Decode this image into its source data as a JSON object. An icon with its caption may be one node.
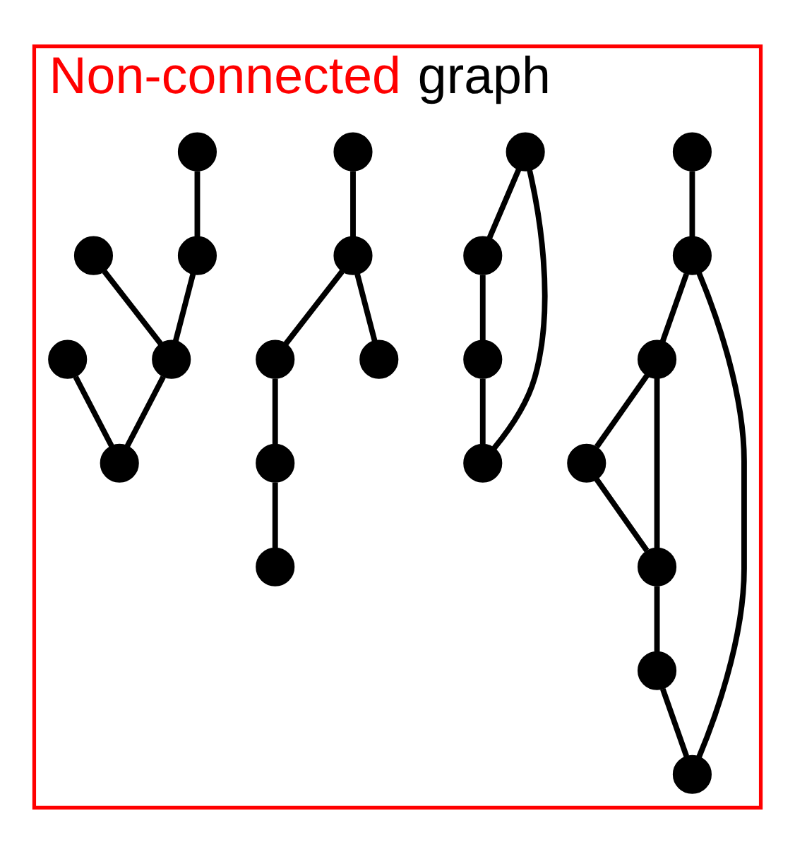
{
  "diagram": {
    "nodes": [
      {
        "text": [
          "Non-connected graph"
        ]
      },
      {
        "text": [],
        "shape": "circle",
        "in": 0
      },
      {
        "text": [],
        "shape": "circle",
        "in": 0
      },
      {
        "text": [],
        "shape": "circle",
        "in": 0
      },
      {
        "text": [],
        "shape": "circle",
        "in": 0
      },
      {
        "text": [],
        "shape": "circle",
        "in": 0
      },
      {
        "text": [],
        "shape": "circle",
        "in": 0
      },
      {
        "text": [],
        "shape": "circle",
        "in": 0
      },
      {
        "text": [],
        "shape": "circle",
        "in": 0
      },
      {
        "text": [],
        "shape": "circle",
        "in": 0
      },
      {
        "text": [],
        "shape": "circle",
        "in": 0
      },
      {
        "text": [],
        "shape": "circle",
        "in": 0
      },
      {
        "text": [],
        "shape": "circle",
        "in": 0
      },
      {
        "text": [],
        "shape": "circle",
        "in": 0
      },
      {
        "text": [],
        "shape": "circle",
        "in": 0
      },
      {
        "text": [],
        "shape": "circle",
        "in": 0
      },
      {
        "text": [],
        "shape": "circle",
        "in": 0
      },
      {
        "text": [],
        "shape": "circle",
        "in": 0
      },
      {
        "text": [],
        "shape": "circle",
        "in": 0
      },
      {
        "text": [],
        "shape": "circle",
        "in": 0
      },
      {
        "text": [],
        "shape": "circle",
        "in": 0
      },
      {
        "text": [],
        "shape": "circle",
        "in": 0
      },
      {
        "text": [],
        "shape": "circle",
        "in": 0
      },
      {
        "text": [],
        "shape": "circle",
        "in": 0
      }
    ],
    "edges": [
      {
        "from": 6,
        "to": 3,
        "arrow": "none"
      },
      {
        "from": 3,
        "to": 9,
        "arrow": "none"
      },
      {
        "from": 9,
        "to": 10,
        "arrow": "none"
      },
      {
        "from": 10,
        "to": 6,
        "arrow": "none"
      },
      {
        "from": 1,
        "to": 7,
        "arrow": "none"
      },
      {
        "from": 7,
        "to": 4,
        "arrow": "none"
      },
      {
        "from": 4,
        "to": 2,
        "arrow": "none"
      },
      {
        "from": 2,
        "to": 5,
        "arrow": "none"
      },
      {
        "from": 4,
        "to": 5,
        "arrow": "none"
      },
      {
        "from": 5,
        "to": 8,
        "arrow": "none"
      },
      {
        "from": 8,
        "to": 11,
        "arrow": "none"
      },
      {
        "from": 11,
        "to": 7,
        "arrow": "none"
      },
      {
        "from": 17,
        "to": 22,
        "arrow": "none"
      },
      {
        "from": 14,
        "to": 21,
        "arrow": "none"
      },
      {
        "from": 12,
        "to": 19,
        "arrow": "none"
      },
      {
        "from": 19,
        "to": 21,
        "arrow": "none"
      },
      {
        "from": 21,
        "to": 22,
        "arrow": "none"
      },
      {
        "from": 13,
        "to": 15,
        "arrow": "none"
      },
      {
        "from": 15,
        "to": 16,
        "arrow": "none"
      },
      {
        "from": 15,
        "to": 18,
        "arrow": "none"
      },
      {
        "from": 18,
        "to": 23,
        "arrow": "none"
      },
      {
        "from": 23,
        "to": 20,
        "arrow": "none"
      }
    ]
  }
}
